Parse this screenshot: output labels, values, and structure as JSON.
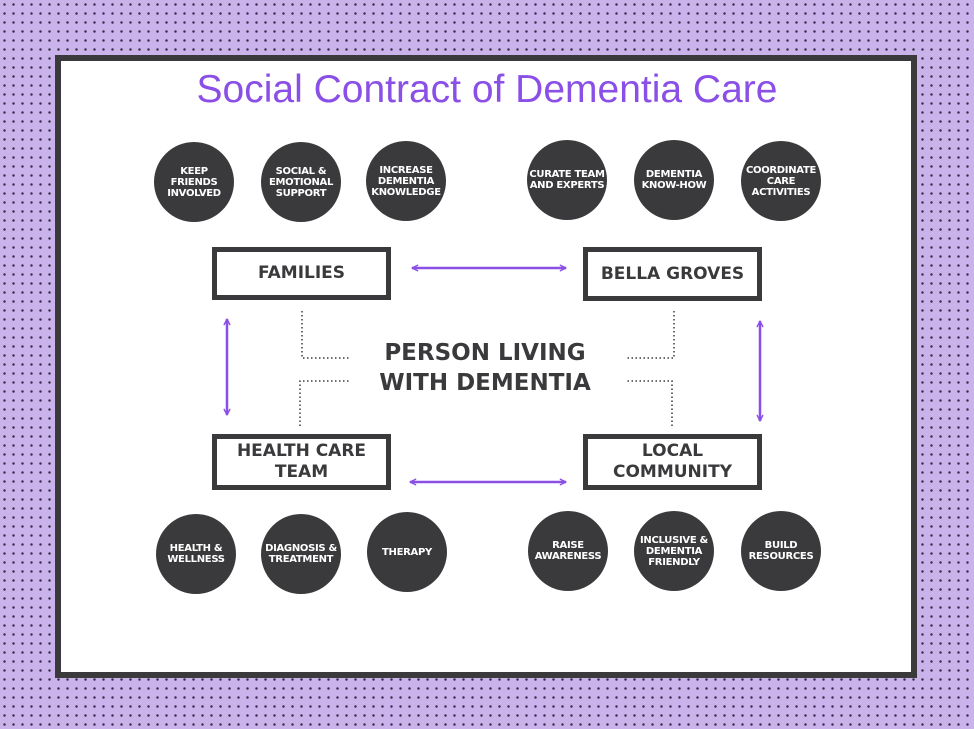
{
  "title": "Social Contract of Dementia Care",
  "colors": {
    "accent": "#8a4fe6",
    "dark": "#3a3a3c",
    "background": "#c9b3ea"
  },
  "center": "PERSON LIVING WITH DEMENTIA",
  "nodes": {
    "families": "FAMILIES",
    "bella_groves": "BELLA GROVES",
    "health_care_team": "HEALTH CARE TEAM",
    "local_community": "LOCAL COMMUNITY"
  },
  "families_roles": [
    "KEEP FRIENDS INVOLVED",
    "SOCIAL & EMOTIONAL SUPPORT",
    "INCREASE DEMENTIA KNOWLEDGE"
  ],
  "bella_groves_roles": [
    "CURATE TEAM AND EXPERTS",
    "DEMENTIA KNOW-HOW",
    "COORDINATE CARE ACTIVITIES"
  ],
  "health_care_team_roles": [
    "HEALTH & WELLNESS",
    "DIAGNOSIS & TREATMENT",
    "THERAPY"
  ],
  "local_community_roles": [
    "RAISE AWARENESS",
    "INCLUSIVE & DEMENTIA FRIENDLY",
    "BUILD RESOURCES"
  ]
}
